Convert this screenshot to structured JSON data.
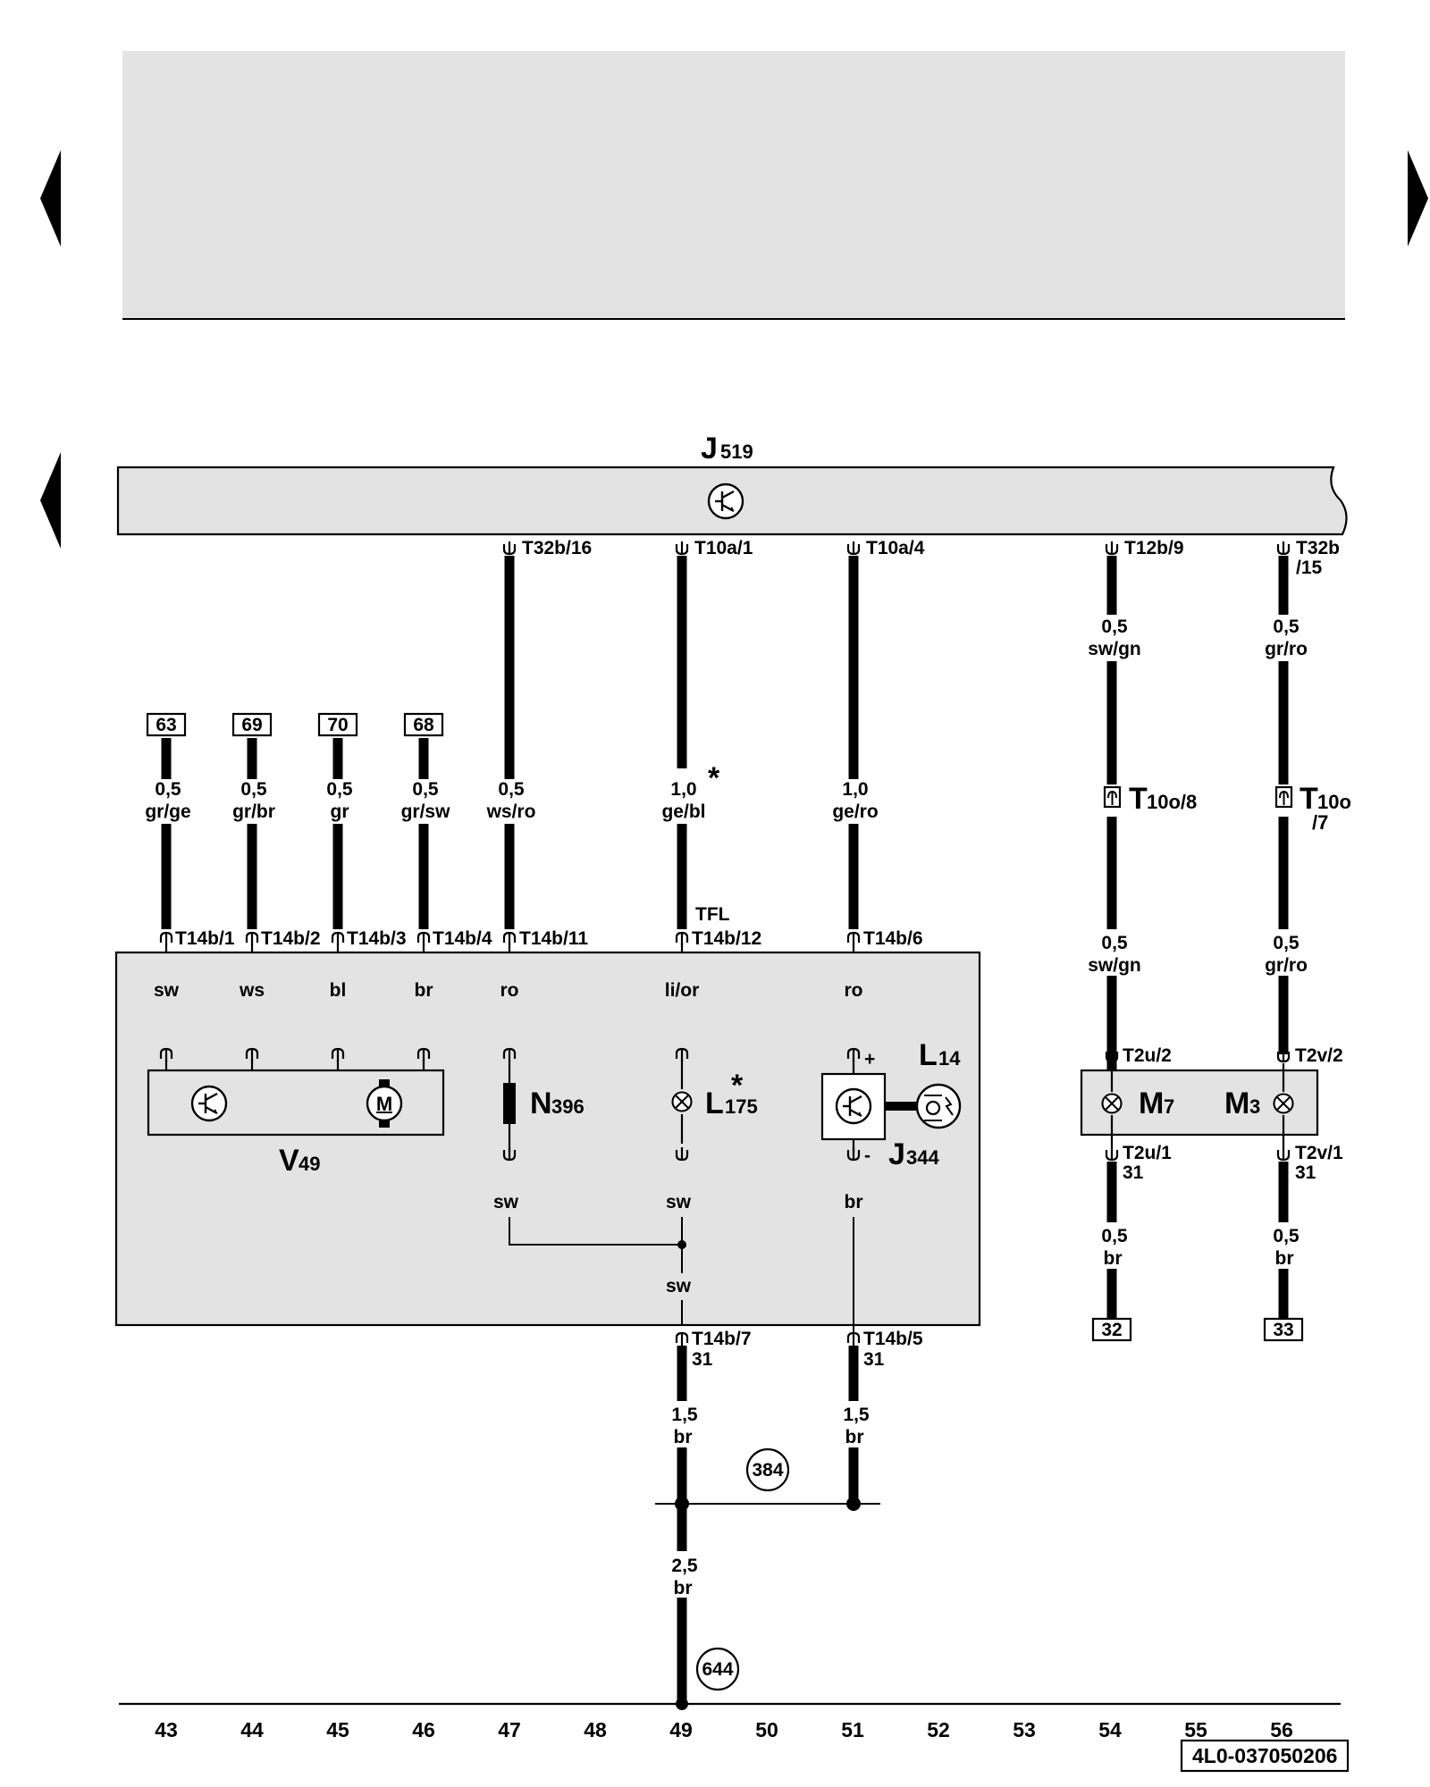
{
  "top_unit": {
    "name": "J",
    "sub": "519"
  },
  "top_pins": [
    "T32b/16",
    "T10a/1",
    "T10a/4",
    "T12b/9",
    "T32b",
    "/15"
  ],
  "refs": [
    "63",
    "69",
    "70",
    "68"
  ],
  "wire_sizes": [
    "0,5",
    "0,5",
    "0,5",
    "0,5",
    "0,5",
    "1,0",
    "1,0"
  ],
  "wire_colors": [
    "gr/ge",
    "gr/br",
    "gr",
    "gr/sw",
    "ws/ro",
    "ge/bl",
    "ge/ro"
  ],
  "asterisk": "*",
  "tfl": "TFL",
  "mod_pins": [
    "T14b/1",
    "T14b/2",
    "T14b/3",
    "T14b/4",
    "T14b/11",
    "T14b/12",
    "T14b/6"
  ],
  "inner_colors": [
    "sw",
    "ws",
    "bl",
    "br",
    "ro",
    "li/or",
    "ro"
  ],
  "V": {
    "name": "V",
    "sub": "49"
  },
  "N": {
    "name": "N",
    "sub": "396"
  },
  "L175": {
    "name": "L",
    "sub": "175"
  },
  "L14": {
    "name": "L",
    "sub": "14"
  },
  "J344": {
    "name": "J",
    "sub": "344"
  },
  "plus": "+",
  "minus": "-",
  "low_colors": [
    "sw",
    "sw",
    "br",
    "sw"
  ],
  "bottom_pins": [
    "T14b/7",
    "T14b/5"
  ],
  "gnd_term": "31",
  "gnd_sizes": [
    "1,5",
    "1,5",
    "2,5"
  ],
  "gnd_color": "br",
  "circles": [
    "384",
    "644"
  ],
  "right_col1": {
    "size": "0,5",
    "color": "sw/gn",
    "conn": "T",
    "conn_sub": "10o/8",
    "pin_top": "T2u/2",
    "pin_bot": "T2u/1",
    "term": "31",
    "bot_size": "0,5",
    "bot_color": "br",
    "ref": "32",
    "lamp": "M",
    "lamp_sub": "7"
  },
  "right_col2": {
    "size": "0,5",
    "color": "gr/ro",
    "conn": "T",
    "conn_sub": "10o",
    "conn_sub2": "/7",
    "pin_top": "T2v/2",
    "pin_bot": "T2v/1",
    "term": "31",
    "bot_size": "0,5",
    "bot_color": "br",
    "ref": "33",
    "lamp": "M",
    "lamp_sub": "3"
  },
  "columns": [
    "43",
    "44",
    "45",
    "46",
    "47",
    "48",
    "49",
    "50",
    "51",
    "52",
    "53",
    "54",
    "55",
    "56"
  ],
  "footer_code": "4L0-037050206"
}
